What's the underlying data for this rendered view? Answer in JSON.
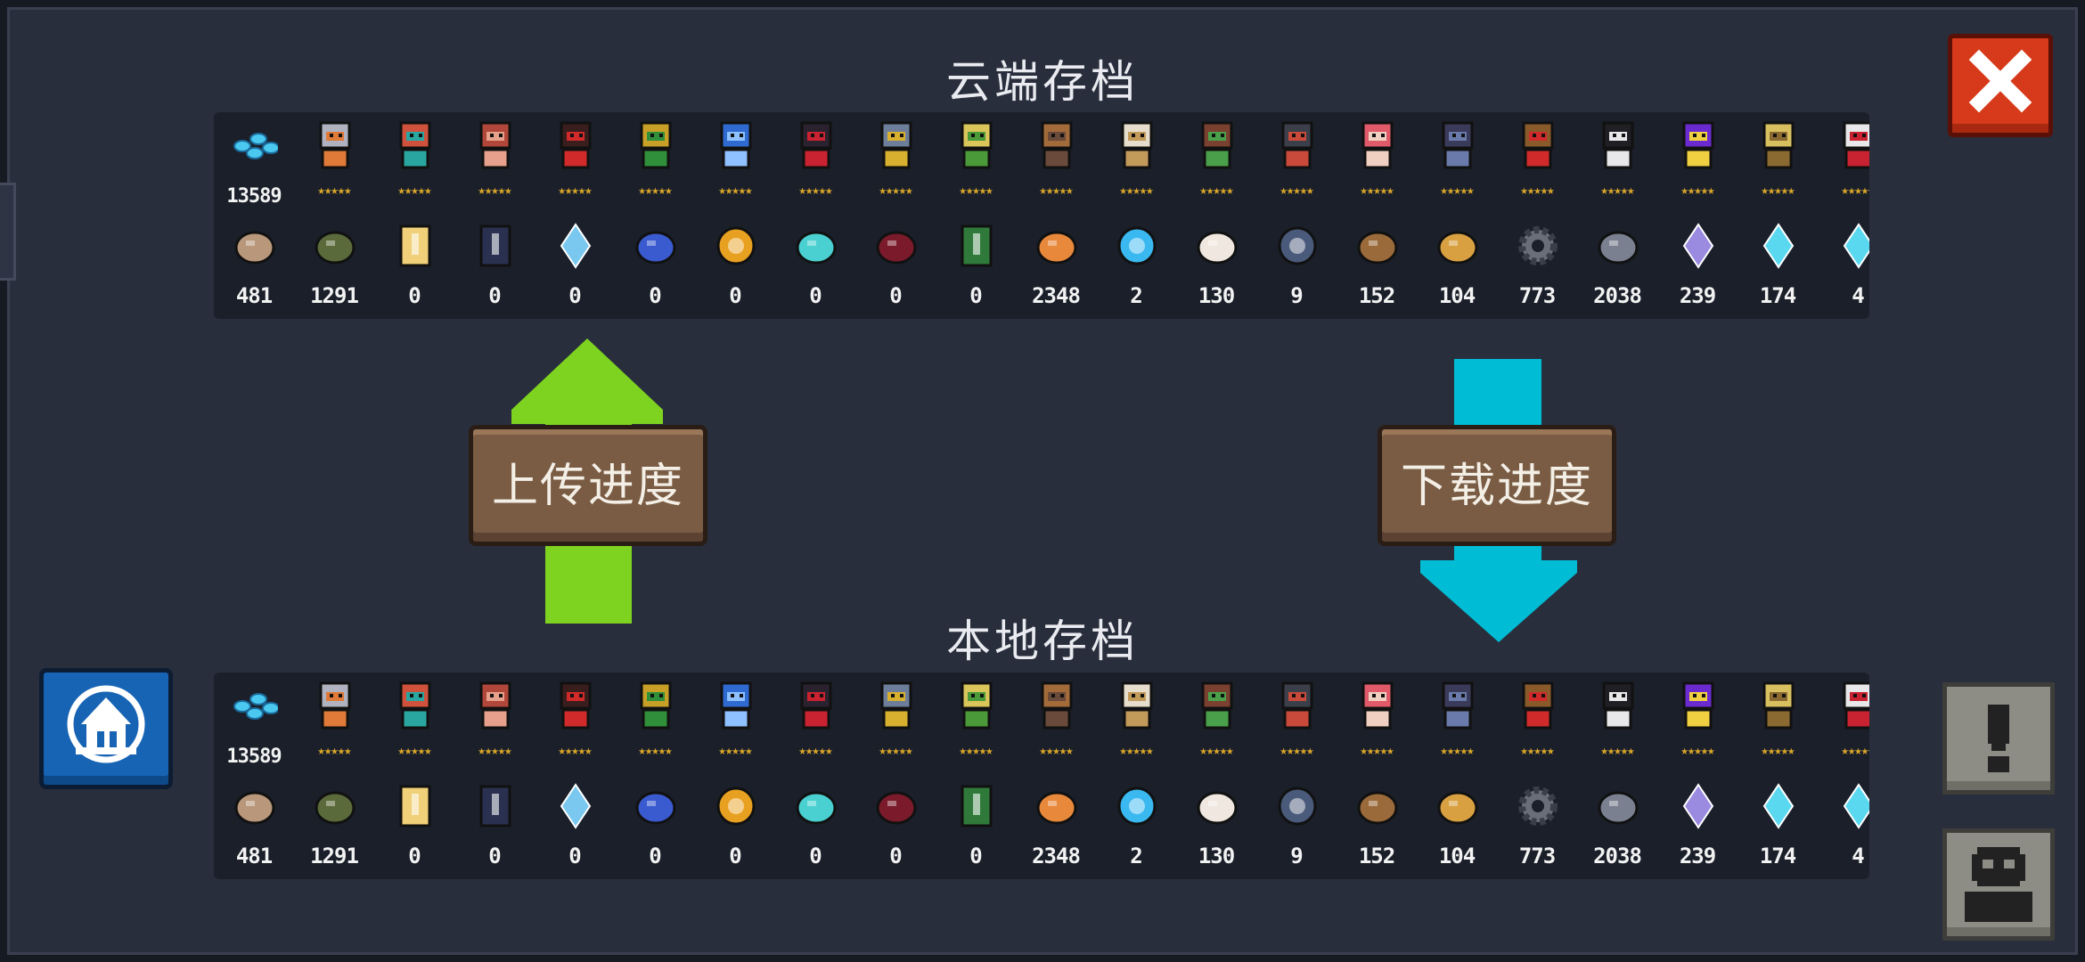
{
  "titles": {
    "cloud": "云端存档",
    "local": "本地存档"
  },
  "buttons": {
    "upload": "上传进度",
    "download": "下载进度"
  },
  "icons": {
    "close": "close-icon",
    "alert": "exclamation-icon",
    "profile": "character-silhouette-icon",
    "cloud_service": "cloud-service-logo"
  },
  "colors": {
    "background": "#292e3c",
    "panel": "#1a1f2a",
    "upload_arrow": "#7ed321",
    "download_arrow": "#00bcd4",
    "close_button": "#d63a1a",
    "star": "#d9a62a"
  },
  "gems": "13589",
  "stars": "★★★★★",
  "heroes": [
    {
      "name": "knight",
      "primary": "#b0b3bf",
      "accent": "#e07a38"
    },
    {
      "name": "rogue",
      "primary": "#d0523c",
      "accent": "#2aa6a0"
    },
    {
      "name": "witch",
      "primary": "#b0473a",
      "accent": "#e7a08b"
    },
    {
      "name": "assassin",
      "primary": "#3a1d1d",
      "accent": "#d02a2a"
    },
    {
      "name": "engineer",
      "primary": "#c8a028",
      "accent": "#2f8f3a"
    },
    {
      "name": "robot",
      "primary": "#2f6ad0",
      "accent": "#8fc0ff"
    },
    {
      "name": "vampire",
      "primary": "#2b2230",
      "accent": "#c92230"
    },
    {
      "name": "paladin",
      "primary": "#6d7e9a",
      "accent": "#d8b030"
    },
    {
      "name": "elf",
      "primary": "#d9c55a",
      "accent": "#4a9a3a"
    },
    {
      "name": "werewolf",
      "primary": "#a36a3a",
      "accent": "#6a4a3a"
    },
    {
      "name": "priest",
      "primary": "#e6ddcc",
      "accent": "#c29a5a"
    },
    {
      "name": "druid",
      "primary": "#7a4030",
      "accent": "#4aa04a"
    },
    {
      "name": "berserker",
      "primary": "#3a3f4a",
      "accent": "#c94a3a"
    },
    {
      "name": "taoist",
      "primary": "#e05a6a",
      "accent": "#f0d0c0"
    },
    {
      "name": "necromancer",
      "primary": "#3a3a5a",
      "accent": "#6a7aaa"
    },
    {
      "name": "officer",
      "primary": "#8a5a2a",
      "accent": "#d02a2a"
    },
    {
      "name": "swordsman",
      "primary": "#1f1f24",
      "accent": "#e8e8ea"
    },
    {
      "name": "wizard",
      "primary": "#6a2ad0",
      "accent": "#f0d040"
    },
    {
      "name": "armadillo",
      "primary": "#d8c060",
      "accent": "#8a6a30"
    },
    {
      "name": "more",
      "primary": "#e8e8ea",
      "accent": "#c92230"
    }
  ],
  "materials": [
    {
      "name": "wood",
      "count": "481",
      "color": "#b8977a"
    },
    {
      "name": "ore",
      "count": "1291",
      "color": "#5a6a3a"
    },
    {
      "name": "holy-book",
      "count": "0",
      "color": "#f0d078"
    },
    {
      "name": "dark-book",
      "count": "0",
      "color": "#2a3050"
    },
    {
      "name": "crystal",
      "count": "0",
      "color": "#7ac8f0"
    },
    {
      "name": "potion",
      "count": "0",
      "color": "#3a5ad0"
    },
    {
      "name": "gold-coin",
      "count": "0",
      "color": "#e8a020"
    },
    {
      "name": "spirit-gem",
      "count": "0",
      "color": "#4ad0d0"
    },
    {
      "name": "bat-wing",
      "count": "0",
      "color": "#7a1a2a"
    },
    {
      "name": "green-book",
      "count": "0",
      "color": "#2f7a3a"
    },
    {
      "name": "meat",
      "count": "2348",
      "color": "#e8883a"
    },
    {
      "name": "energy-orb",
      "count": "2",
      "color": "#3ab8f0"
    },
    {
      "name": "sack",
      "count": "130",
      "color": "#f0e8e0"
    },
    {
      "name": "feather-token",
      "count": "9",
      "color": "#4a5a7a"
    },
    {
      "name": "hammer",
      "count": "152",
      "color": "#9a6a3a"
    },
    {
      "name": "fish",
      "count": "104",
      "color": "#d8a040"
    },
    {
      "name": "gear",
      "count": "773",
      "color": "#6a6e78"
    },
    {
      "name": "iron-ore",
      "count": "2038",
      "color": "#7a8090"
    },
    {
      "name": "purple-shard",
      "count": "239",
      "color": "#9a8ae0"
    },
    {
      "name": "ice-shard",
      "count": "174",
      "color": "#5ad8f0"
    },
    {
      "name": "partial",
      "count": "4",
      "color": "#5ad8f0"
    }
  ]
}
